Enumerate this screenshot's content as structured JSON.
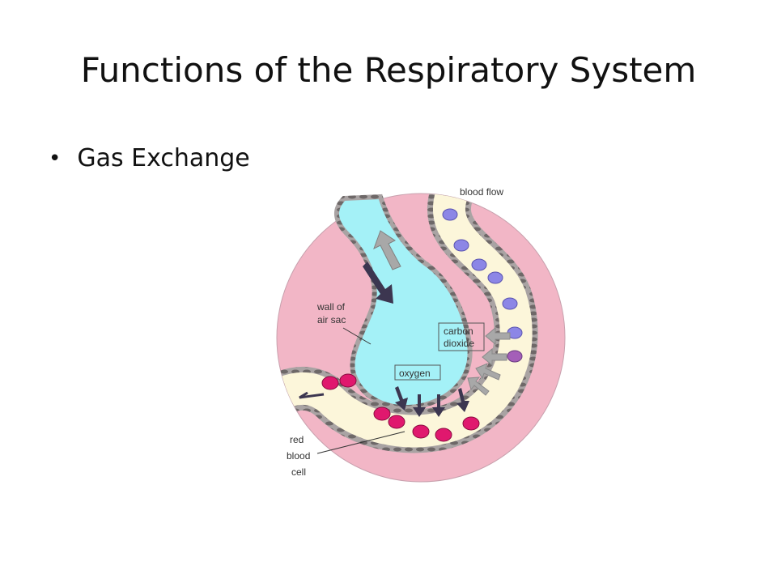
{
  "slide": {
    "title": "Functions of the Respiratory System",
    "bullets": [
      {
        "text": "Gas Exchange"
      }
    ]
  },
  "diagram": {
    "labels": {
      "blood_flow": "blood flow",
      "wall_line1": "wall of",
      "wall_line2": "air sac",
      "co2_line1": "carbon",
      "co2_line2": "dioxide",
      "oxygen": "oxygen",
      "rbc_line1": "red",
      "rbc_line2": "blood",
      "rbc_line3": "cell"
    },
    "colors": {
      "tissue": "#f2b6c6",
      "air_sac": "#a4f1f7",
      "vessel": "#fcf6da",
      "deoxygenated_cell": "#8c86e6",
      "oxygenated_cell": "#e0186e",
      "arrow_dark": "#3c3650",
      "arrow_gray": "#a8a8a8"
    }
  }
}
